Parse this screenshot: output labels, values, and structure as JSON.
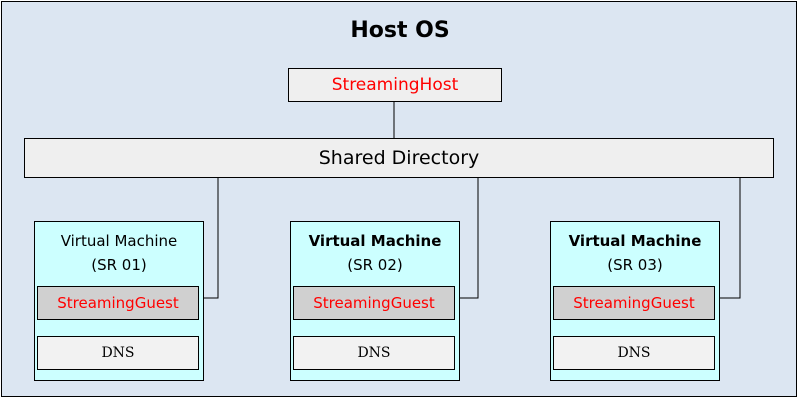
{
  "host": {
    "title": "Host OS"
  },
  "streaming_host": {
    "label": "StreamingHost"
  },
  "shared_directory": {
    "label": "Shared Directory"
  },
  "vms": [
    {
      "title": "Virtual Machine",
      "subtitle": "(SR 01)",
      "guest": "StreamingGuest",
      "dns": "DNS"
    },
    {
      "title": "Virtual Machine",
      "subtitle": "(SR 02)",
      "guest": "StreamingGuest",
      "dns": "DNS"
    },
    {
      "title": "Virtual Machine",
      "subtitle": "(SR 03)",
      "guest": "StreamingGuest",
      "dns": "DNS"
    }
  ],
  "colors": {
    "host_background": "#dce6f2",
    "vm_background": "#ccffff",
    "process_text": "#ff0000"
  }
}
